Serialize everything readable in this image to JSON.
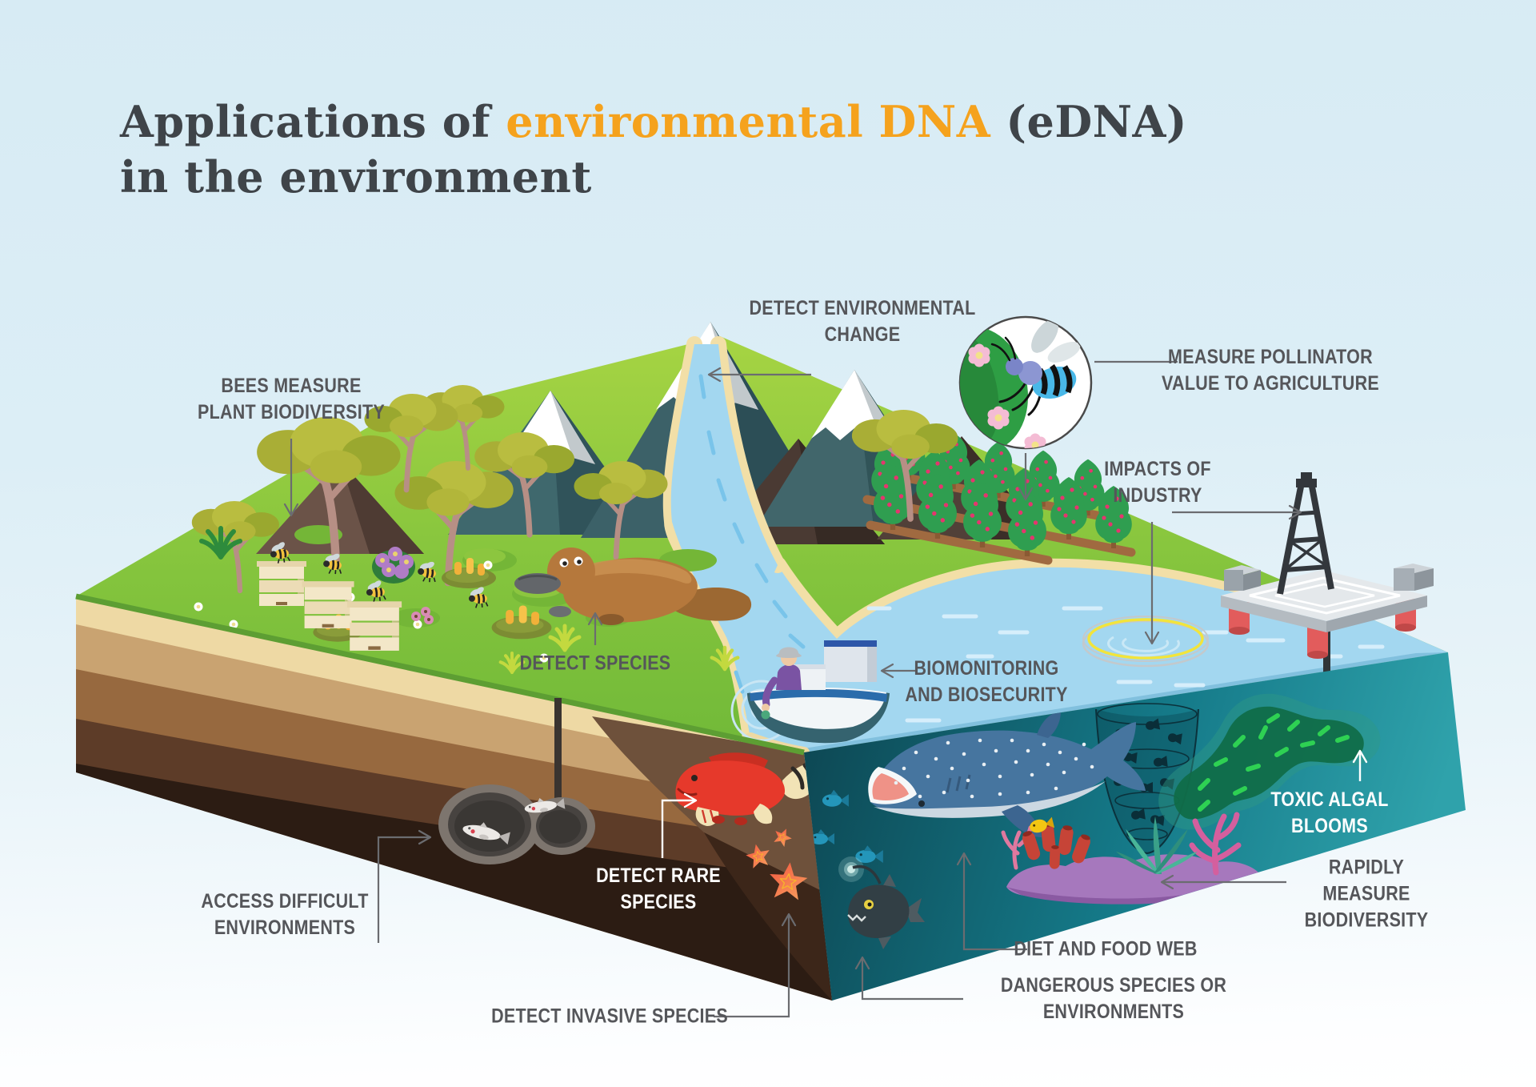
{
  "title": {
    "line1_prefix": "Applications of ",
    "line1_highlight": "environmental DNA",
    "line1_suffix": " (eDNA)",
    "line2": "in the environment"
  },
  "labels": {
    "detect_environmental_change": "DETECT ENVIRONMENTAL\nCHANGE",
    "measure_pollinator": "MEASURE POLLINATOR\nVALUE TO AGRICULTURE",
    "bees_measure": "BEES MEASURE\nPLANT BIODIVERSITY",
    "impacts_of_industry": "IMPACTS OF\nINDUSTRY",
    "detect_species": "DETECT SPECIES",
    "biomonitoring": "BIOMONITORING\nAND BIOSECURITY",
    "toxic_algal_blooms": "TOXIC ALGAL\nBLOOMS",
    "access_difficult": "ACCESS DIFFICULT\nENVIRONMENTS",
    "detect_rare_species": "DETECT RARE\nSPECIES",
    "detect_invasive_species": "DETECT INVASIVE SPECIES",
    "dangerous_species": "DANGEROUS SPECIES OR ENVIRONMENTS",
    "diet_and_food_web": "DIET AND FOOD WEB",
    "rapidly_measure": "RAPIDLY MEASURE\nBIODIVERSITY"
  },
  "colors": {
    "accent_orange": "#f5a21d",
    "title_gray": "#3f4449",
    "label_gray": "#55565a",
    "label_white": "#ffffff",
    "sky": "#d7ebf4",
    "grass_green": "#7fc13d",
    "sea_blue": "#a3d7f0",
    "underwater_teal": "#157a89",
    "soil_brown": "#5d3c28",
    "algae_green": "#2ed153",
    "coral_purple": "#a678bd",
    "starfish_orange": "#f5704d"
  }
}
